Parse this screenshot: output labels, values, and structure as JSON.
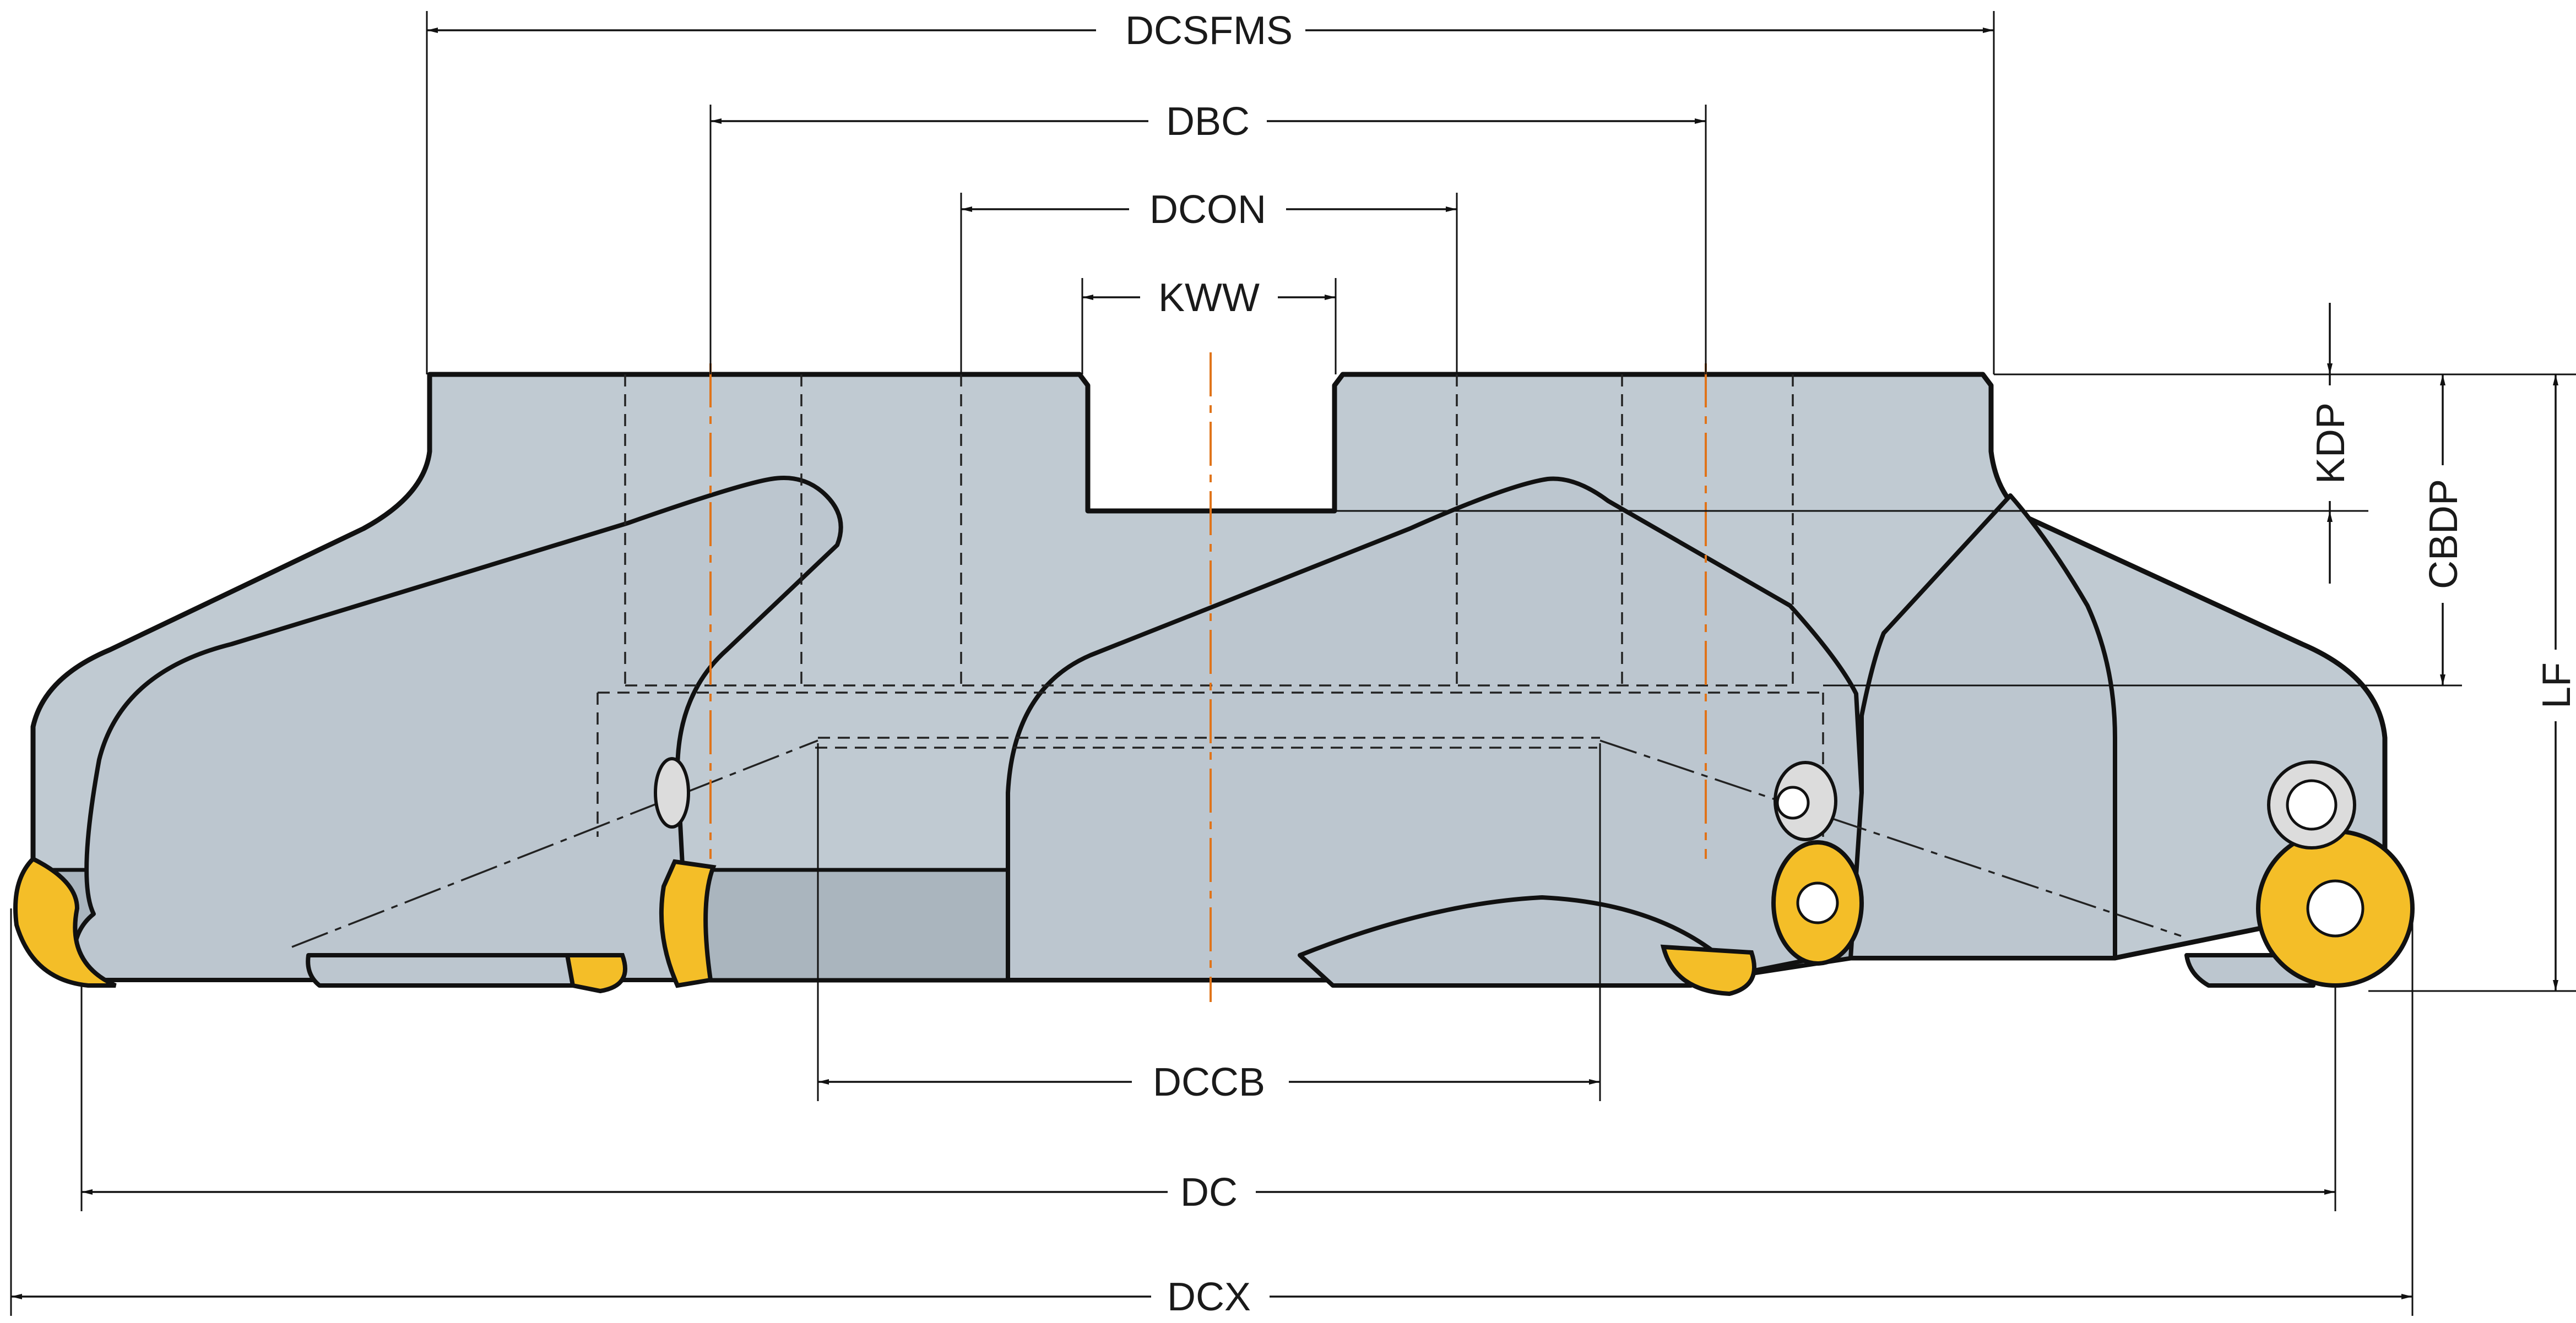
{
  "dimensions": {
    "dcsfms": "DCSFMS",
    "dbc": "DBC",
    "dcon": "DCON",
    "kww": "KWW",
    "kdp": "KDP",
    "cbdp": "CBDP",
    "lf": "LF",
    "dccb": "DCCB",
    "dc": "DC",
    "dcx": "DCX"
  },
  "colors": {
    "body": "#c0cad2",
    "insert": "#f4be28",
    "centerline": "#e0741a",
    "line": "#111111"
  }
}
